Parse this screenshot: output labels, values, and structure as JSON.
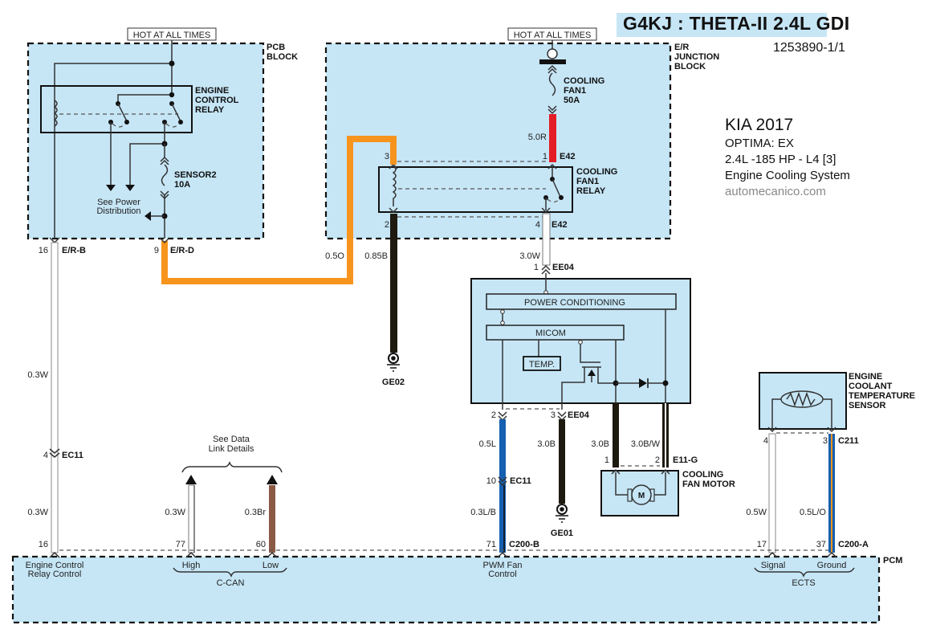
{
  "header": {
    "title": "G4KJ : THETA-II 2.4L GDI",
    "document_number": "1253890-1/1",
    "make_year": "KIA 2017",
    "model": "OPTIMA: EX",
    "engine": "2.4L -185 HP - L4 [3]",
    "system": "Engine Cooling System",
    "website": "automecanico.com"
  },
  "colors": {
    "block_fill": "#c6e6f6",
    "wire_orange": "#f7941d",
    "wire_red": "#e41e26",
    "wire_black": "#1e1a0f",
    "wire_blue": "#1560b0",
    "wire_brown": "#8b5a44",
    "wire_white": "#ffffff"
  },
  "power_labels": {
    "left": "HOT AT ALL TIMES",
    "right": "HOT AT ALL TIMES"
  },
  "pcb_block": {
    "name_line1": "PCB",
    "name_line2": "BLOCK",
    "relay_line1": "ENGINE",
    "relay_line2": "CONTROL",
    "relay_line3": "RELAY",
    "fuse_line1": "SENSOR2",
    "fuse_line2": "10A",
    "see_line1": "See Power",
    "see_line2": "Distribution"
  },
  "er_junction_block": {
    "name_line1": "E/R",
    "name_line2": "JUNCTION",
    "name_line3": "BLOCK",
    "fuse_line1": "COOLING",
    "fuse_line2": "FAN1",
    "fuse_line3": "50A",
    "relay_line1": "COOLING",
    "relay_line2": "FAN1",
    "relay_line3": "RELAY"
  },
  "fan_controller": {
    "power_conditioning": "POWER CONDITIONING",
    "micom": "MICOM",
    "temp": "TEMP."
  },
  "motor": {
    "line1": "COOLING",
    "line2": "FAN MOTOR",
    "symbol": "M"
  },
  "ects": {
    "line1": "ENGINE",
    "line2": "COOLANT",
    "line3": "TEMPERATURE",
    "line4": "SENSOR"
  },
  "pcm": {
    "name": "PCM",
    "erc_line1": "Engine Control",
    "erc_line2": "Relay Control",
    "can_high": "High",
    "can_low": "Low",
    "can_group": "C-CAN",
    "pwm_line1": "PWM Fan",
    "pwm_line2": "Control",
    "ects_signal": "Signal",
    "ects_ground": "Ground",
    "ects_group": "ECTS"
  },
  "data_link": {
    "line1": "See Data",
    "line2": "Link Details"
  },
  "connectors": {
    "er_b": "E/R-B",
    "er_d": "E/R-D",
    "e42_top": "E42",
    "e42_bottom": "E42",
    "ee04_top": "EE04",
    "ee04_bottom": "EE04",
    "ec11_left": "EC11",
    "ec11_mid": "EC11",
    "e11g": "E11-G",
    "c211": "C211",
    "c200b": "C200-B",
    "c200a": "C200-A",
    "ge02": "GE02",
    "ge01": "GE01"
  },
  "pins": {
    "er_b": "16",
    "er_d": "9",
    "relay_3": "3",
    "relay_1": "1",
    "relay_2": "2",
    "relay_4": "4",
    "ee04_1": "1",
    "ee04_2": "2",
    "ee04_3": "3",
    "ec11_4": "4",
    "ec11_10": "10",
    "motor_1": "1",
    "motor_2": "2",
    "c211_4": "4",
    "c211_3": "3",
    "pcm_16": "16",
    "pcm_77": "77",
    "pcm_60": "60",
    "pcm_71": "71",
    "pcm_17": "17",
    "pcm_37": "37"
  },
  "wires": {
    "w_03W_a": "0.3W",
    "w_03W_b": "0.3W",
    "w_03W_can": "0.3W",
    "w_03Br": "0.3Br",
    "w_05O": "0.5O",
    "w_085B": "0.85B",
    "w_50R": "5.0R",
    "w_30W": "3.0W",
    "w_05L": "0.5L",
    "w_03LB": "0.3L/B",
    "w_30B_gnd": "3.0B",
    "w_30B_motor": "3.0B",
    "w_30BW": "3.0B/W",
    "w_05W": "0.5W",
    "w_05LO": "0.5L/O"
  }
}
